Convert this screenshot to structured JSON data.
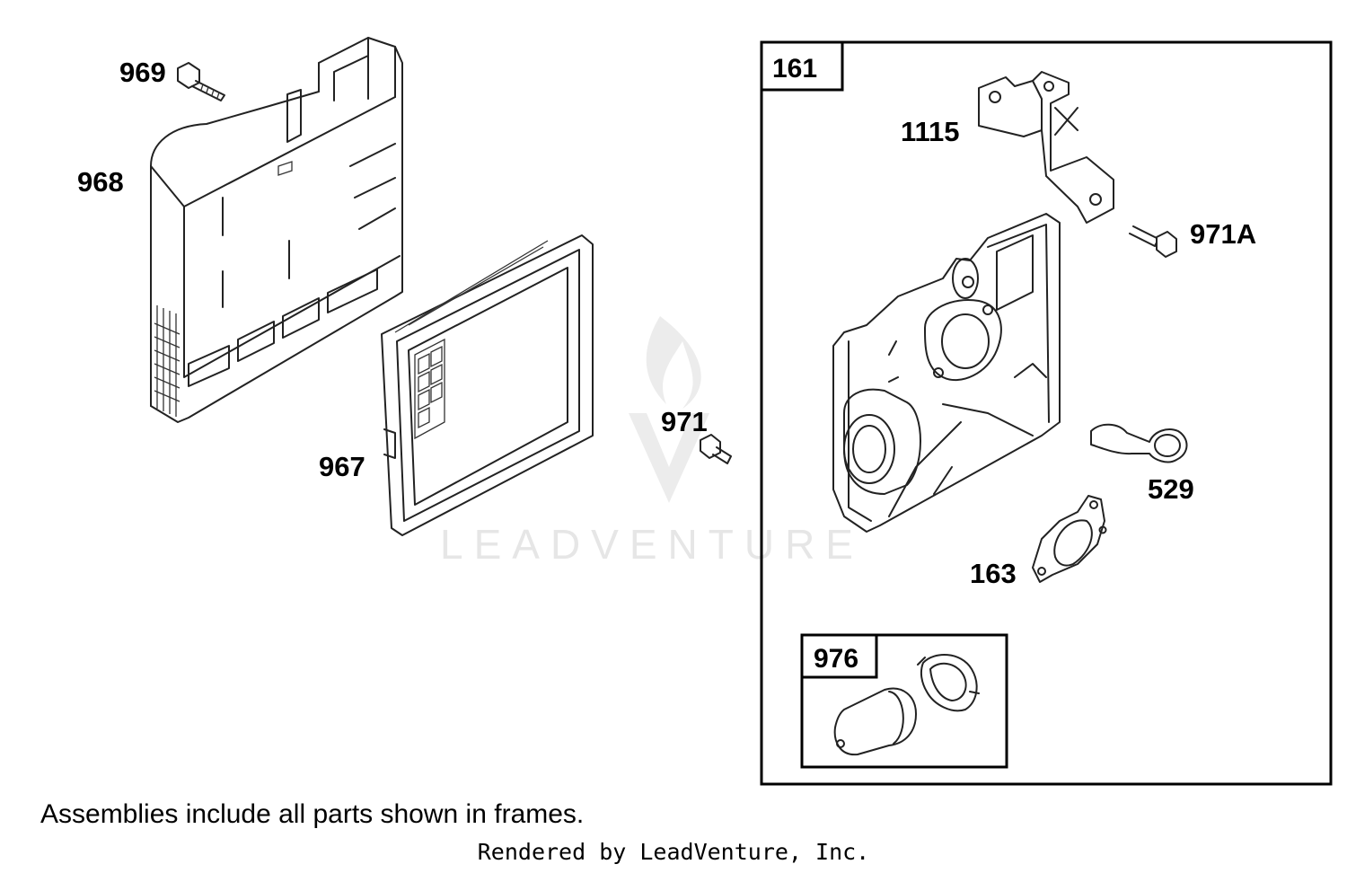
{
  "watermark": "LEADVENTURE",
  "frames": {
    "main": "161",
    "inner": "976"
  },
  "callouts": {
    "c969": "969",
    "c968": "968",
    "c967": "967",
    "c971": "971",
    "c1115": "1115",
    "c971a": "971A",
    "c529": "529",
    "c163": "163"
  },
  "footer": {
    "note": "Assemblies include all parts shown in frames.",
    "credit": "Rendered by LeadVenture, Inc."
  }
}
